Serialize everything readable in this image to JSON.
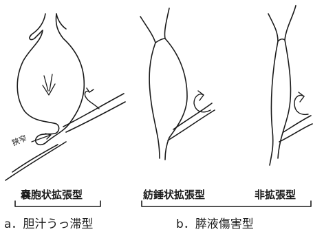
{
  "labels": {
    "narrowing": "狭窄",
    "type_cystic": "嚢胞状拡張型",
    "type_fusiform": "紡錘状拡張型",
    "type_non_dilated": "非拡張型",
    "group_a": "a．胆汁うっ滞型",
    "group_b": "b．膵液傷害型"
  }
}
